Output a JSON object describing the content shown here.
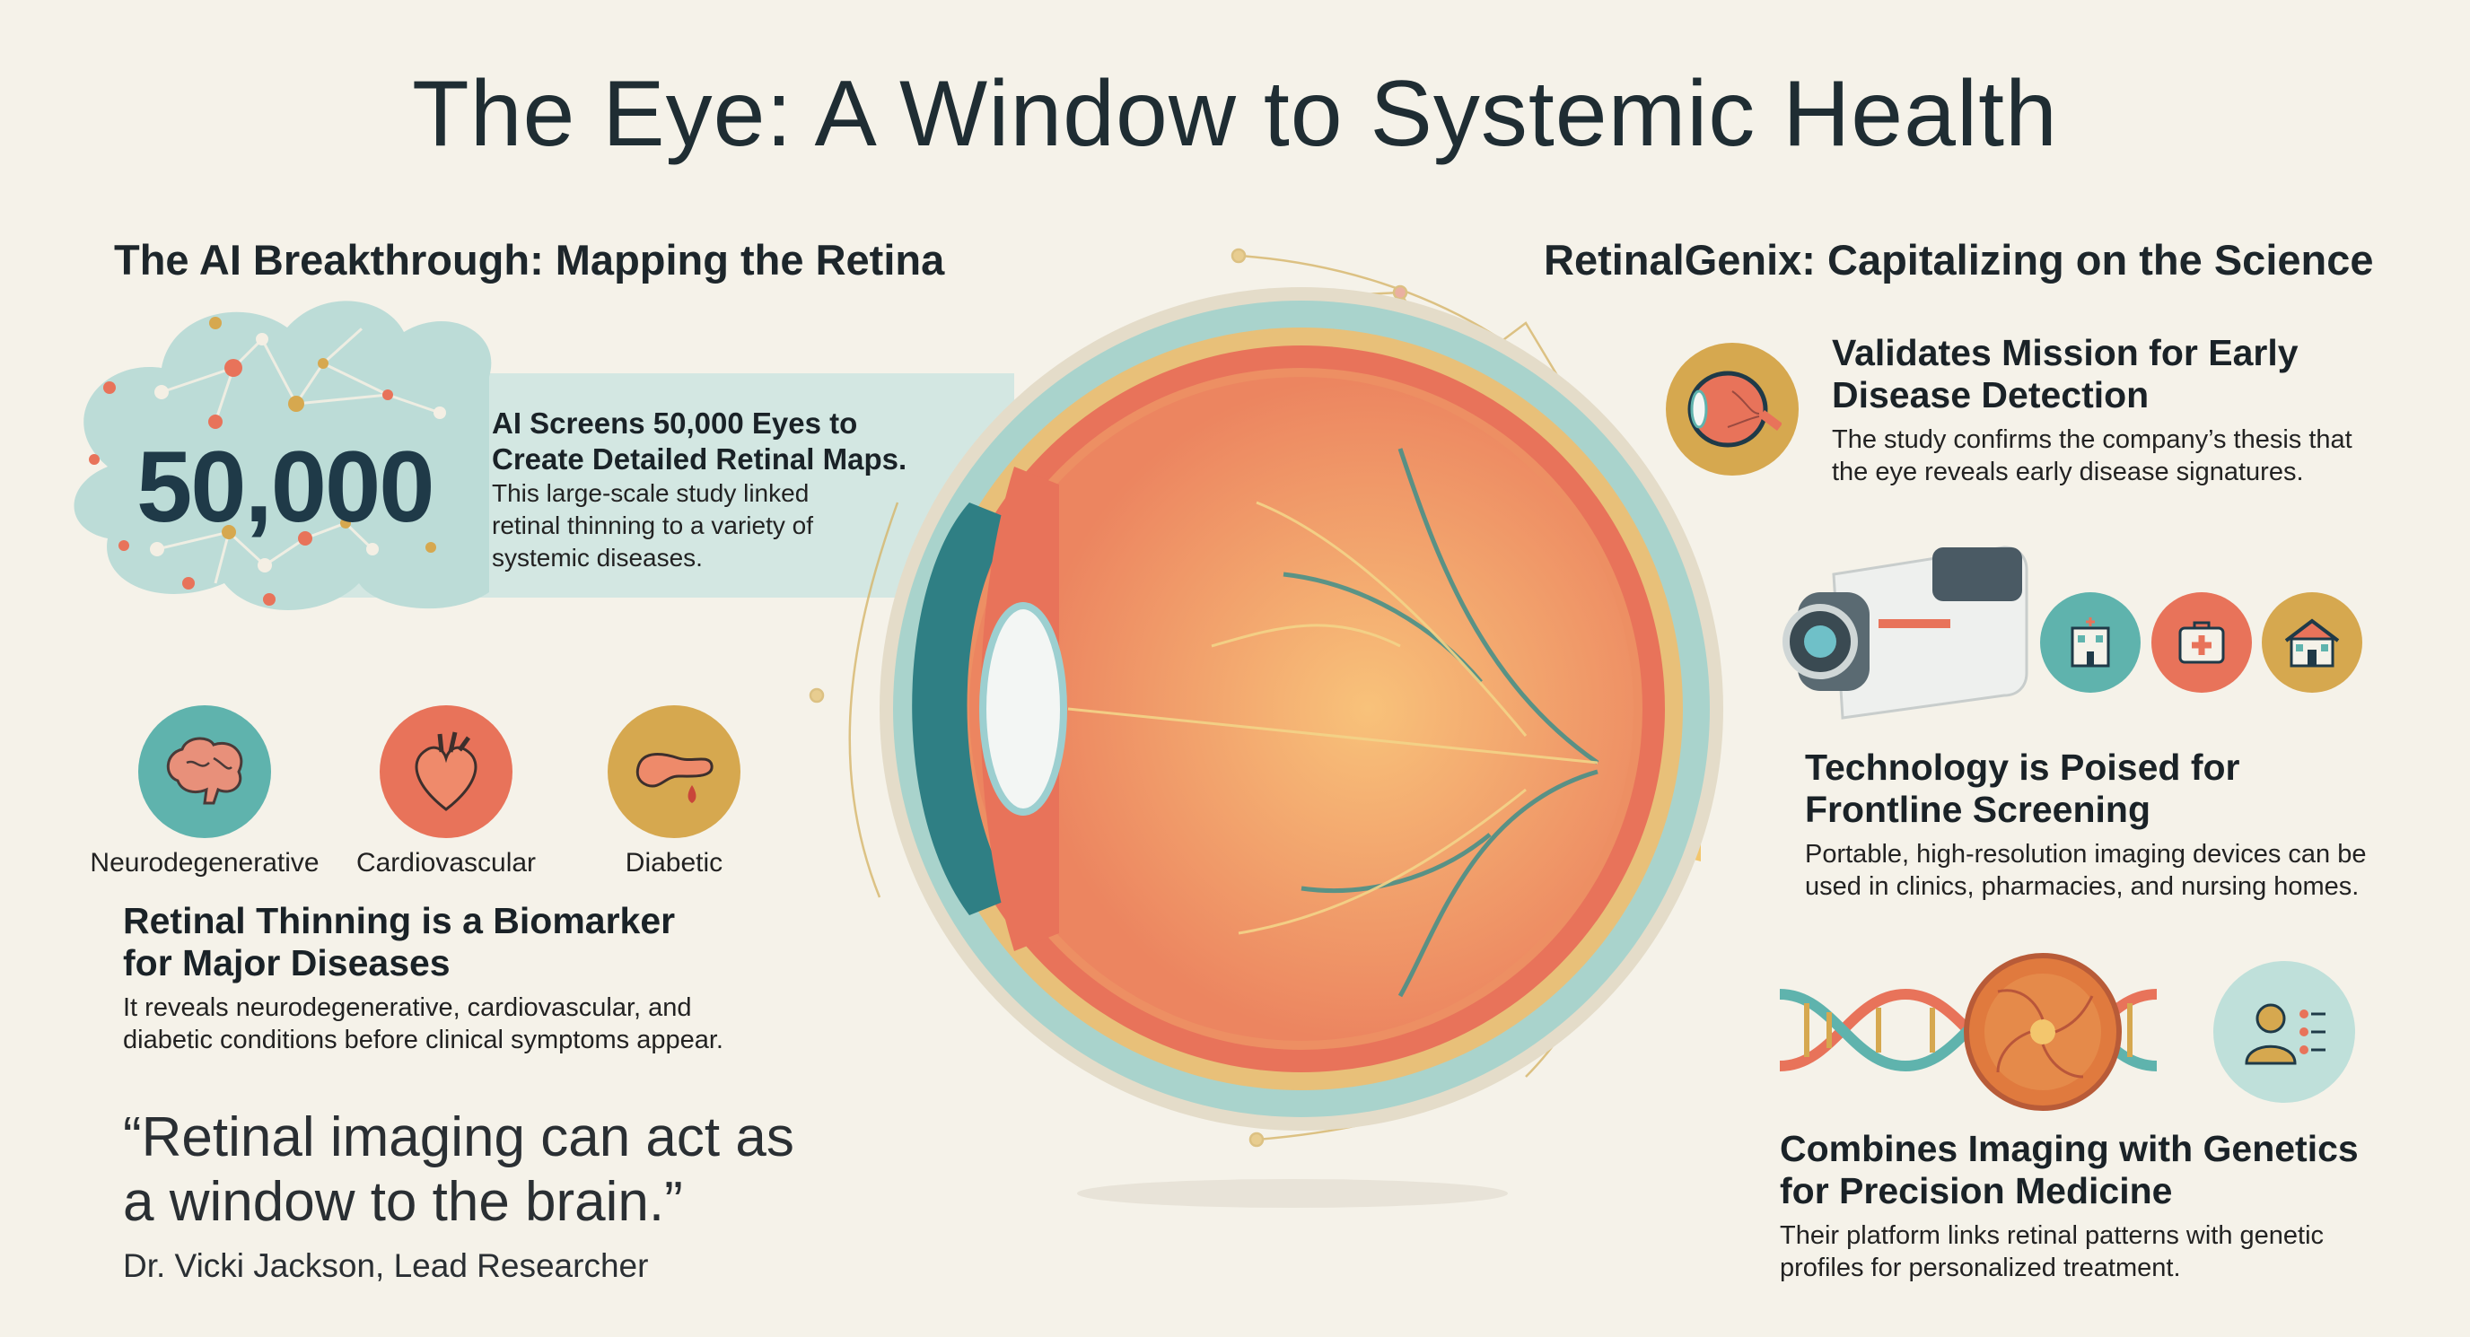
{
  "title": "The Eye: A Window to Systemic Health",
  "left": {
    "heading": "The AI Breakthrough: Mapping the Retina",
    "stat": {
      "number": "50,000",
      "headline_line1": "AI Screens 50,000 Eyes to",
      "headline_line2": "Create Detailed Retinal Maps.",
      "body_line1": "This large-scale study linked",
      "body_line2": "retinal thinning to a variety of",
      "body_line3": "systemic diseases."
    },
    "diseases": [
      {
        "label": "Neurodegenerative",
        "icon": "brain-icon",
        "color": "#5fb3ad"
      },
      {
        "label": "Cardiovascular",
        "icon": "heart-icon",
        "color": "#e8735a"
      },
      {
        "label": "Diabetic",
        "icon": "pancreas-icon",
        "color": "#d6a84f"
      }
    ],
    "biomarker": {
      "heading_line1": "Retinal Thinning is a Biomarker",
      "heading_line2": "for Major Diseases",
      "body_line1": "It reveals neurodegenerative, cardiovascular, and",
      "body_line2": "diabetic conditions before clinical symptoms appear."
    },
    "quote": {
      "line1": "“Retinal imaging can act as",
      "line2": "a window to the brain.”",
      "attribution": "Dr. Vicki Jackson, Lead Researcher"
    }
  },
  "right": {
    "heading": "RetinalGenix: Capitalizing on the Science",
    "items": [
      {
        "heading_line1": "Validates Mission for Early",
        "heading_line2": "Disease Detection",
        "body_line1": "The study confirms the company’s thesis that",
        "body_line2": "the eye reveals early disease signatures.",
        "icon": "eye-icon"
      },
      {
        "heading_line1": "Technology is Poised for",
        "heading_line2": "Frontline Screening",
        "body_line1": "Portable, high-resolution imaging devices can be",
        "body_line2": "used in clinics, pharmacies, and nursing homes.",
        "icons": [
          "imaging-device-icon",
          "clinic-icon",
          "pharmacy-icon",
          "nursing-home-icon"
        ]
      },
      {
        "heading_line1": "Combines Imaging with Genetics",
        "heading_line2": "for Precision Medicine",
        "body_line1": "Their platform links retinal patterns with genetic",
        "body_line2": "profiles for personalized treatment.",
        "icons": [
          "dna-icon",
          "retina-icon",
          "patient-profile-icon"
        ]
      }
    ]
  },
  "colors": {
    "teal": "#5fb3ad",
    "coral": "#e8735a",
    "gold": "#d6a84f",
    "background": "#f5f2e9",
    "text": "#1d2a30"
  }
}
